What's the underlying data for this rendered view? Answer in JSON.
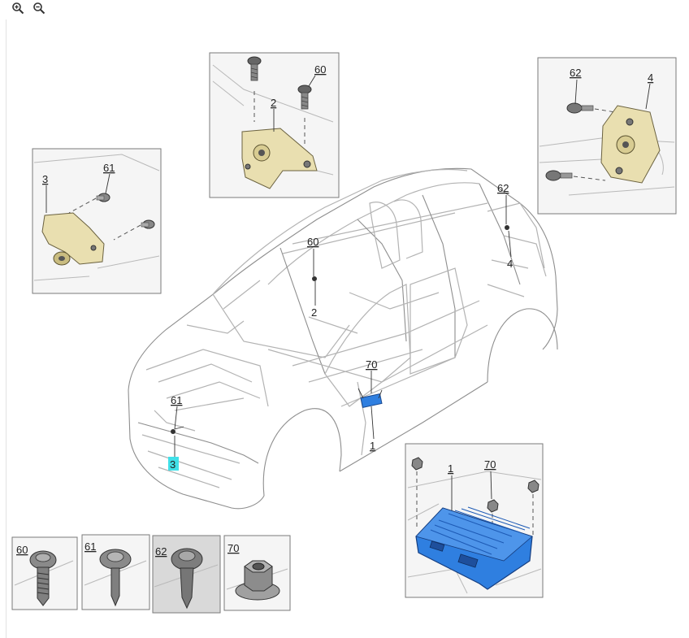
{
  "toolbar": {
    "zoom_in_icon": "zoom-in-icon",
    "zoom_out_icon": "zoom-out-icon"
  },
  "callouts": {
    "c60": "60",
    "c2": "2",
    "c62": "62",
    "c4": "4",
    "c3": "3",
    "c61": "61",
    "c70": "70",
    "c1": "1"
  },
  "colors": {
    "highlight": "#40e0e8",
    "module_blue": "#2f7fe0",
    "bracket_tan": "#e9dfb0"
  }
}
